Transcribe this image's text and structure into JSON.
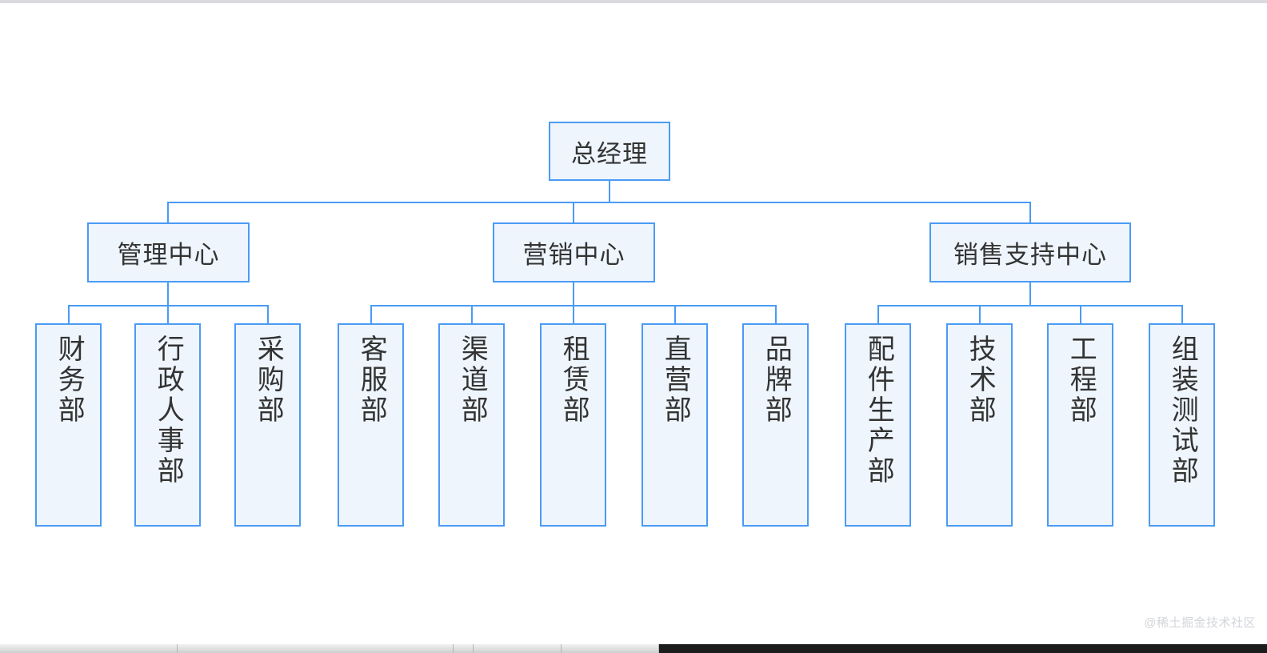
{
  "diagram": {
    "type": "organization-chart",
    "title_text": "",
    "colors": {
      "node_border": "#4a9bf5",
      "node_fill": "#eef5fd",
      "connector": "#4a9bf5",
      "text": "#333333",
      "background": "#ffffff",
      "watermark": "#d2d5da"
    },
    "root": {
      "label": "总经理"
    },
    "centers": [
      {
        "label": "管理中心"
      },
      {
        "label": "营销中心"
      },
      {
        "label": "销售支持中心"
      }
    ],
    "departments": {
      "management": [
        {
          "label": "财务部"
        },
        {
          "label": "行政人事部"
        },
        {
          "label": "采购部"
        }
      ],
      "marketing": [
        {
          "label": "客服部"
        },
        {
          "label": "渠道部"
        },
        {
          "label": "租赁部"
        },
        {
          "label": "直营部"
        },
        {
          "label": "品牌部"
        }
      ],
      "sales_support": [
        {
          "label": "配件生产部"
        },
        {
          "label": "技术部"
        },
        {
          "label": "工程部"
        },
        {
          "label": "组装测试部"
        }
      ]
    }
  },
  "watermark": {
    "text": "@稀土掘金技术社区"
  }
}
